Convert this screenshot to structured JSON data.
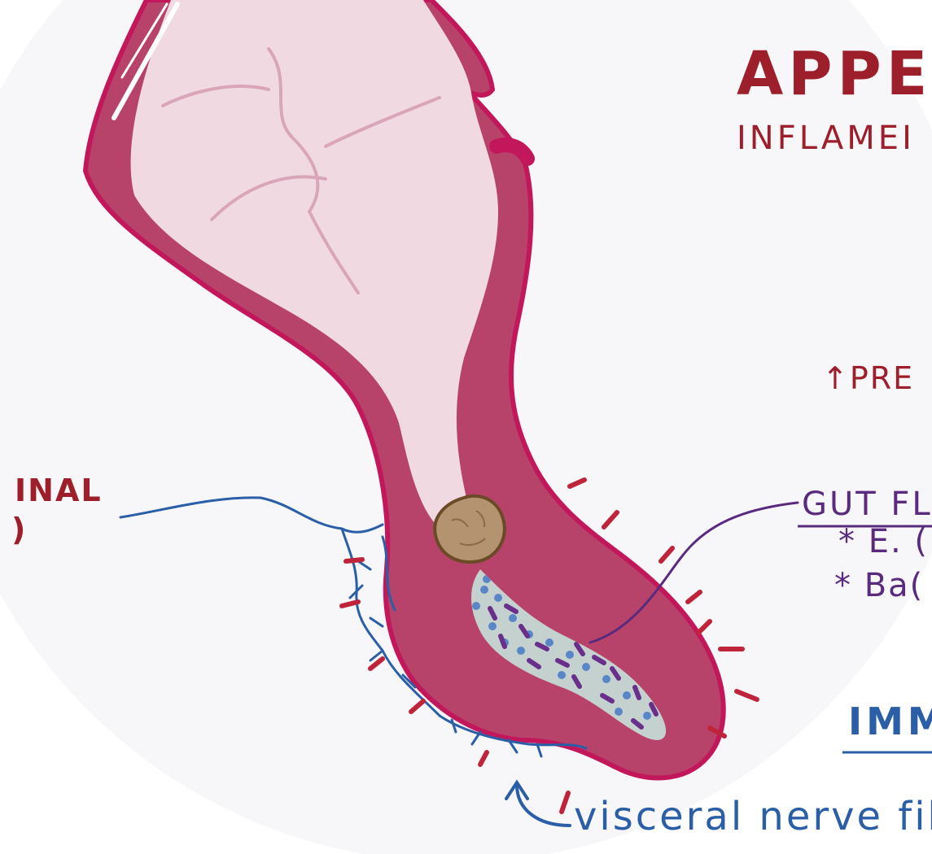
{
  "title": "APPEN",
  "subtitle": "INFLAMEI",
  "labels": {
    "pressure": "↑PRE",
    "left_fragment_1": "INAL",
    "left_fragment_2": ")",
    "gut_flora": "GUT FLO",
    "bullet_1": "* E. (",
    "bullet_2": "* Ba(",
    "immune": "IMM",
    "visceral_nerve": "visceral nerve fiber"
  },
  "colors": {
    "appendix_wall": "#b8436a",
    "appendix_outline": "#c2185b",
    "cecum_lumen": "#f1d9e2",
    "appendix_lumen": "#c5d1ce",
    "fecalith": "#b49470",
    "nerve": "#2a5fa8",
    "bacteria_purple": "#6a2f8a",
    "bacteria_blue": "#5a86c8",
    "inflammation_marks": "#c0243a",
    "title_red": "#9e1f2c",
    "flora_purple": "#5a2a7e"
  }
}
